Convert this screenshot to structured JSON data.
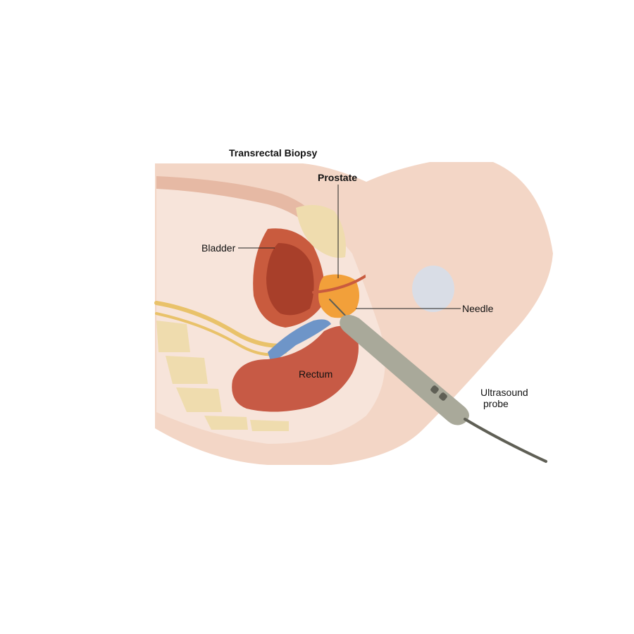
{
  "title": "Transrectal Biopsy",
  "labels": {
    "prostate": "Prostate",
    "bladder": "Bladder",
    "needle": "Needle",
    "rectum": "Rectum",
    "probe_line1": "Ultrasound",
    "probe_line2": "probe"
  },
  "colors": {
    "skin": "#f3d6c6",
    "skin_edge": "#e6b9a4",
    "tissue": "#f7e4da",
    "bladder": "#c95b3e",
    "bladder_inner": "#a83f2a",
    "prostate": "#f2a03a",
    "rectum": "#c75a45",
    "bone": "#efdcae",
    "vessel_blue": "#6e95c8",
    "nerve_yellow": "#e9c26a",
    "probe": "#a9a99a",
    "probe_dark": "#5f5f55",
    "testis": "#d9dde6"
  }
}
